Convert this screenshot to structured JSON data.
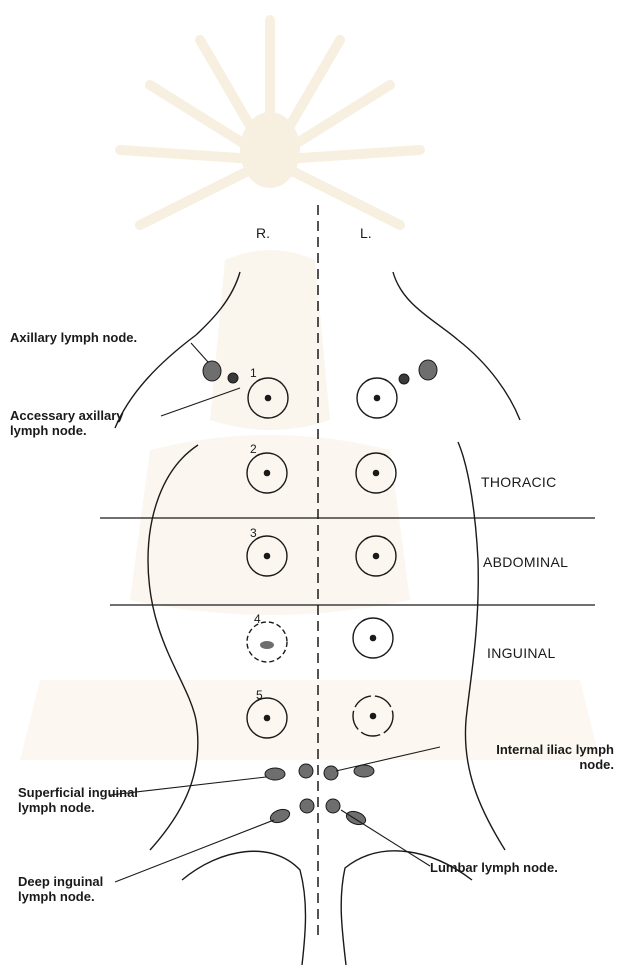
{
  "colors": {
    "ink": "#1a1a1a",
    "node_fill": "#6e6e6e",
    "node_dark": "#3a3a3a",
    "watermark": "#f1e3c8"
  },
  "sides": {
    "right": "R.",
    "left": "L."
  },
  "regions": {
    "thoracic": "THORACIC",
    "abdominal": "ABDOMINAL",
    "inguinal": "INGUINAL"
  },
  "gland_numbers": [
    "1",
    "2",
    "3",
    "4",
    "5"
  ],
  "labels": {
    "axillary": "Axillary lymph node.",
    "accessory_line1": "Accessary axillary",
    "accessory_line2": "lymph node.",
    "superficial_line1": "Superficial inguinal",
    "superficial_line2": "lymph node.",
    "deep_line1": "Deep inguinal",
    "deep_line2": "lymph node.",
    "internal_line1": "Internal iliac lymph",
    "internal_line2": "node.",
    "lumbar": "Lumbar lymph node."
  }
}
